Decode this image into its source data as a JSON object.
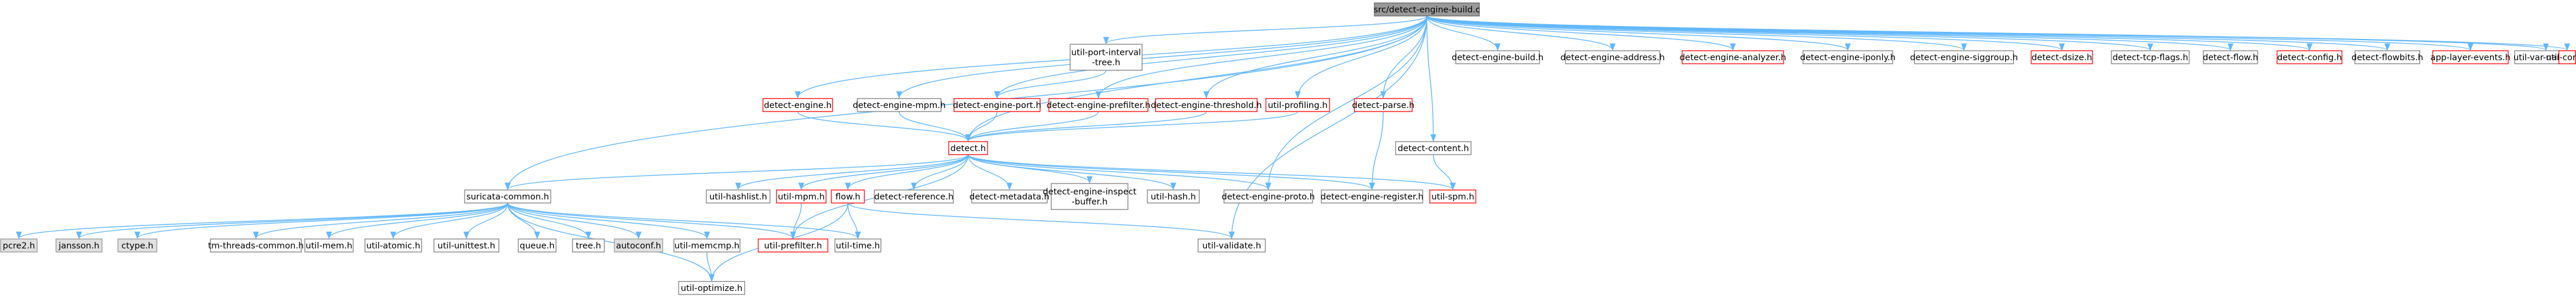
{
  "diagram": {
    "title": "",
    "colors": {
      "normal_fill": "#ffffff",
      "normal_stroke": "#808080",
      "root_fill": "#999999",
      "root_stroke": "#666666",
      "external_fill": "#e0e0e0",
      "external_stroke": "#999999",
      "warn_fill": "#ffffff",
      "warn_stroke": "#ff0000",
      "edge": "#63b8ff",
      "text": "#000000"
    },
    "nodes": [
      {
        "id": "root",
        "label": "src/detect-engine-build.c",
        "style": "root"
      },
      {
        "id": "dengbuildh",
        "label": "detect-engine-build.h",
        "style": "normal"
      },
      {
        "id": "daddress",
        "label": "detect-engine-address.h",
        "style": "normal"
      },
      {
        "id": "danalyzer",
        "label": "detect-engine-analyzer.h",
        "style": "warn"
      },
      {
        "id": "diponly",
        "label": "detect-engine-iponly.h",
        "style": "normal"
      },
      {
        "id": "dsiggroup",
        "label": "detect-engine-siggroup.h",
        "style": "normal"
      },
      {
        "id": "ddsize",
        "label": "detect-dsize.h",
        "style": "warn"
      },
      {
        "id": "dtcpflags",
        "label": "detect-tcp-flags.h",
        "style": "normal"
      },
      {
        "id": "dflow",
        "label": "detect-flow.h",
        "style": "normal"
      },
      {
        "id": "dconfig",
        "label": "detect-config.h",
        "style": "warn"
      },
      {
        "id": "dflowbits",
        "label": "detect-flowbits.h",
        "style": "normal"
      },
      {
        "id": "appevents",
        "label": "app-layer-events.h",
        "style": "warn"
      },
      {
        "id": "varname",
        "label": "util-var-name.h",
        "style": "normal"
      },
      {
        "id": "uconf",
        "label": "util-conf.h",
        "style": "warn"
      },
      {
        "id": "portinterval",
        "label": [
          "util-port-interval",
          "-tree.h"
        ],
        "style": "normal"
      },
      {
        "id": "dengine",
        "label": "detect-engine.h",
        "style": "warn"
      },
      {
        "id": "dmpm",
        "label": "detect-engine-mpm.h",
        "style": "normal"
      },
      {
        "id": "dport",
        "label": "detect-engine-port.h",
        "style": "warn"
      },
      {
        "id": "dprefilter",
        "label": "detect-engine-prefilter.h",
        "style": "warn"
      },
      {
        "id": "dthreshold",
        "label": "detect-engine-threshold.h",
        "style": "warn"
      },
      {
        "id": "uprofiling",
        "label": "util-profiling.h",
        "style": "warn"
      },
      {
        "id": "dparse",
        "label": "detect-parse.h",
        "style": "warn"
      },
      {
        "id": "dcontent",
        "label": "detect-content.h",
        "style": "normal"
      },
      {
        "id": "detecth",
        "label": "detect.h",
        "style": "warn"
      },
      {
        "id": "suricata",
        "label": "suricata-common.h",
        "style": "normal"
      },
      {
        "id": "hashlist",
        "label": "util-hashlist.h",
        "style": "normal"
      },
      {
        "id": "umpm",
        "label": "util-mpm.h",
        "style": "warn"
      },
      {
        "id": "flowh",
        "label": "flow.h",
        "style": "warn"
      },
      {
        "id": "dreference",
        "label": "detect-reference.h",
        "style": "normal"
      },
      {
        "id": "dmetadata",
        "label": "detect-metadata.h",
        "style": "normal"
      },
      {
        "id": "dinspect",
        "label": [
          "detect-engine-inspect",
          "-buffer.h"
        ],
        "style": "normal"
      },
      {
        "id": "uhash",
        "label": "util-hash.h",
        "style": "normal"
      },
      {
        "id": "dproto",
        "label": "detect-engine-proto.h",
        "style": "normal"
      },
      {
        "id": "dregister",
        "label": "detect-engine-register.h",
        "style": "normal"
      },
      {
        "id": "uspm",
        "label": "util-spm.h",
        "style": "warn"
      },
      {
        "id": "pcre2",
        "label": "pcre2.h",
        "style": "external"
      },
      {
        "id": "jansson",
        "label": "jansson.h",
        "style": "external"
      },
      {
        "id": "ctype",
        "label": "ctype.h",
        "style": "external"
      },
      {
        "id": "tmthreads",
        "label": "tm-threads-common.h",
        "style": "normal"
      },
      {
        "id": "umem",
        "label": "util-mem.h",
        "style": "normal"
      },
      {
        "id": "uatomic",
        "label": "util-atomic.h",
        "style": "normal"
      },
      {
        "id": "uunittest",
        "label": "util-unittest.h",
        "style": "normal"
      },
      {
        "id": "queue",
        "label": "queue.h",
        "style": "normal"
      },
      {
        "id": "tree",
        "label": "tree.h",
        "style": "normal"
      },
      {
        "id": "autoconf",
        "label": "autoconf.h",
        "style": "external"
      },
      {
        "id": "umemcmp",
        "label": "util-memcmp.h",
        "style": "normal"
      },
      {
        "id": "uprefilter",
        "label": "util-prefilter.h",
        "style": "warn"
      },
      {
        "id": "utime",
        "label": "util-time.h",
        "style": "normal"
      },
      {
        "id": "uvalidate",
        "label": "util-validate.h",
        "style": "normal"
      },
      {
        "id": "uoptimize",
        "label": "util-optimize.h",
        "style": "normal"
      }
    ],
    "edges": [
      [
        "root",
        "dengbuildh"
      ],
      [
        "root",
        "daddress"
      ],
      [
        "root",
        "danalyzer"
      ],
      [
        "root",
        "diponly"
      ],
      [
        "root",
        "dsiggroup"
      ],
      [
        "root",
        "ddsize"
      ],
      [
        "root",
        "dtcpflags"
      ],
      [
        "root",
        "dflow"
      ],
      [
        "root",
        "dconfig"
      ],
      [
        "root",
        "dflowbits"
      ],
      [
        "root",
        "appevents"
      ],
      [
        "root",
        "varname"
      ],
      [
        "root",
        "uconf"
      ],
      [
        "root",
        "portinterval"
      ],
      [
        "root",
        "dengine"
      ],
      [
        "root",
        "dmpm"
      ],
      [
        "root",
        "dport"
      ],
      [
        "root",
        "dprefilter"
      ],
      [
        "root",
        "dthreshold"
      ],
      [
        "root",
        "uprofiling"
      ],
      [
        "root",
        "dparse"
      ],
      [
        "root",
        "dcontent"
      ],
      [
        "root",
        "detecth"
      ],
      [
        "root",
        "suricata"
      ],
      [
        "root",
        "dproto"
      ],
      [
        "root",
        "uvalidate"
      ],
      [
        "portinterval",
        "dport"
      ],
      [
        "dengine",
        "detecth"
      ],
      [
        "dmpm",
        "detecth"
      ],
      [
        "dport",
        "detecth"
      ],
      [
        "dprefilter",
        "detecth"
      ],
      [
        "dthreshold",
        "detecth"
      ],
      [
        "uprofiling",
        "detecth"
      ],
      [
        "dparse",
        "dregister"
      ],
      [
        "dcontent",
        "uspm"
      ],
      [
        "detecth",
        "suricata"
      ],
      [
        "detecth",
        "hashlist"
      ],
      [
        "detecth",
        "umpm"
      ],
      [
        "detecth",
        "flowh"
      ],
      [
        "detecth",
        "dreference"
      ],
      [
        "detecth",
        "dmetadata"
      ],
      [
        "detecth",
        "dinspect"
      ],
      [
        "detecth",
        "uhash"
      ],
      [
        "detecth",
        "dproto"
      ],
      [
        "detecth",
        "dregister"
      ],
      [
        "detecth",
        "uspm"
      ],
      [
        "detecth",
        "uprefilter"
      ],
      [
        "suricata",
        "pcre2"
      ],
      [
        "suricata",
        "jansson"
      ],
      [
        "suricata",
        "ctype"
      ],
      [
        "suricata",
        "tmthreads"
      ],
      [
        "suricata",
        "umem"
      ],
      [
        "suricata",
        "uatomic"
      ],
      [
        "suricata",
        "uunittest"
      ],
      [
        "suricata",
        "queue"
      ],
      [
        "suricata",
        "tree"
      ],
      [
        "suricata",
        "autoconf"
      ],
      [
        "suricata",
        "umemcmp"
      ],
      [
        "suricata",
        "uprefilter"
      ],
      [
        "suricata",
        "utime"
      ],
      [
        "suricata",
        "uoptimize"
      ],
      [
        "umpm",
        "uprefilter"
      ],
      [
        "flowh",
        "utime"
      ],
      [
        "flowh",
        "uoptimize"
      ],
      [
        "flowh",
        "uvalidate"
      ],
      [
        "umemcmp",
        "uoptimize"
      ]
    ]
  }
}
